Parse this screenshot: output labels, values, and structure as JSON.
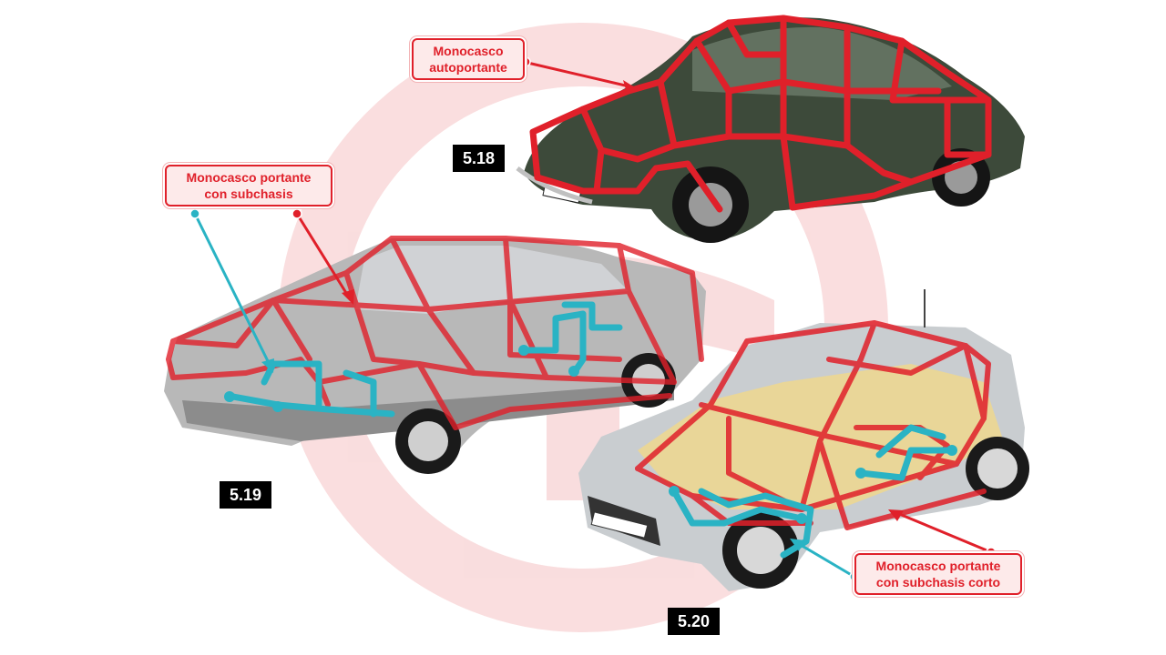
{
  "callouts": {
    "monocasco_autoportante": [
      "Monocasco",
      "autoportante"
    ],
    "monocasco_subchasis": [
      "Monocasco portante",
      "con subchasis"
    ],
    "monocasco_subchasis_corto": [
      "Monocasco portante",
      "con subchasis corto"
    ]
  },
  "figures": {
    "fig_518": "5.18",
    "fig_519": "5.19",
    "fig_520": "5.20"
  },
  "colors": {
    "frame_red": "#e0202a",
    "subframe_cyan": "#2ab3c4",
    "car_green": "#3d4a3a",
    "car_silver": "#b8b8b8",
    "mini_silver": "#c9cdd0"
  }
}
